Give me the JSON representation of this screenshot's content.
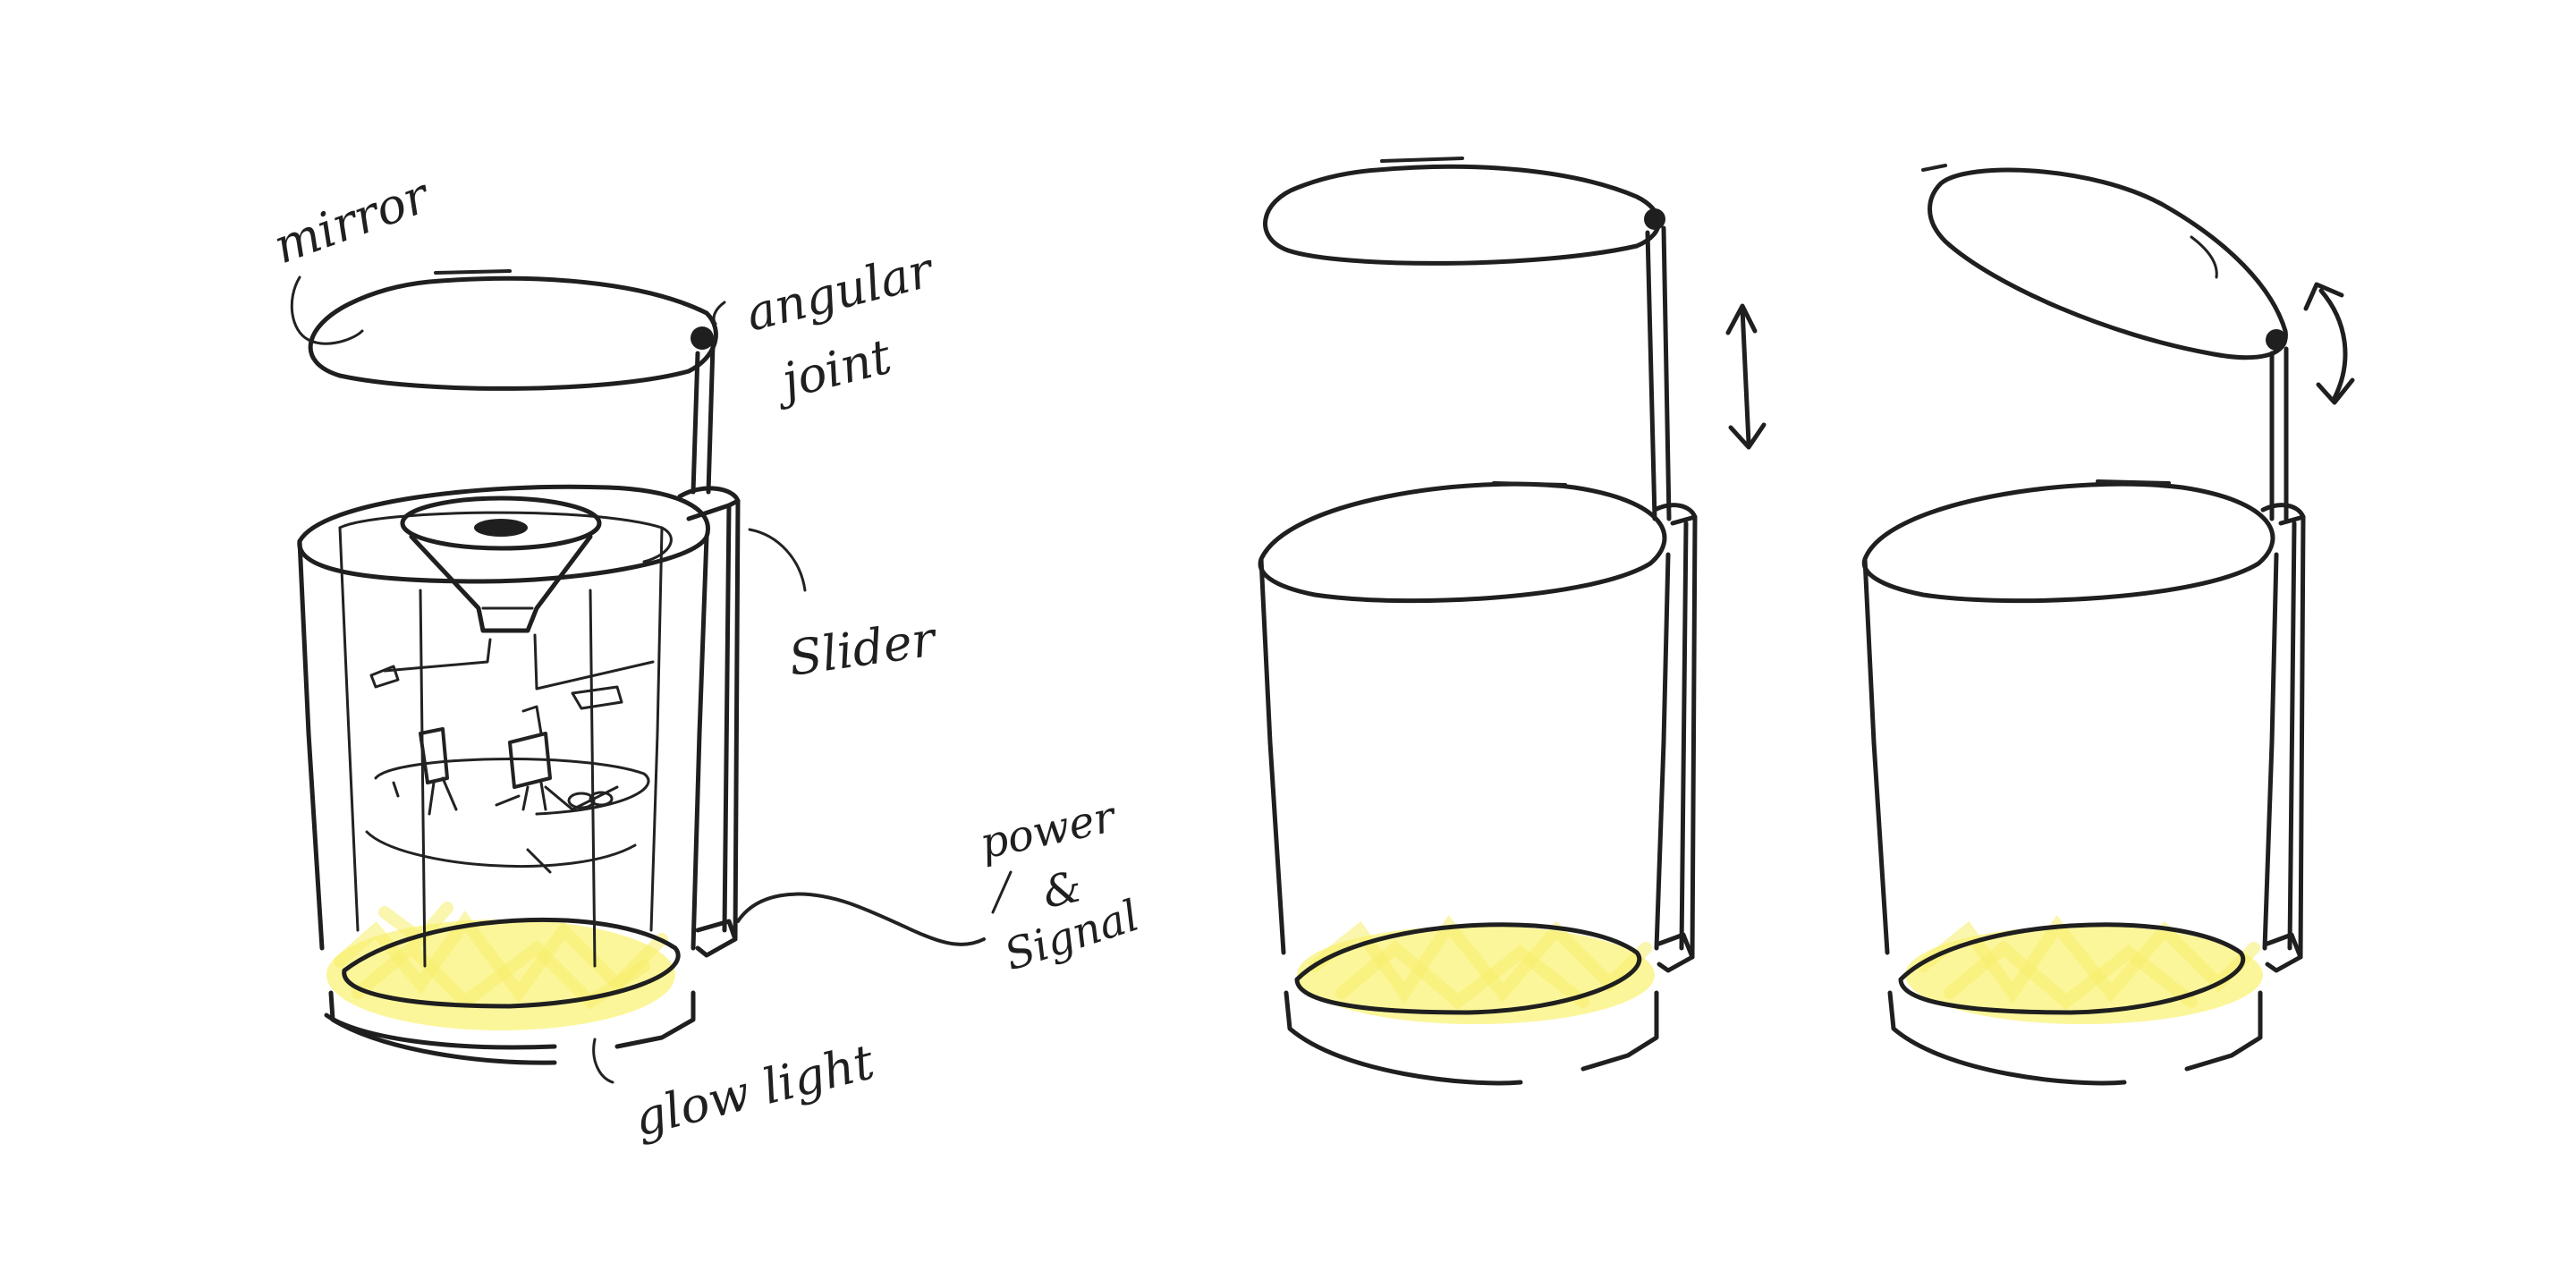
{
  "labels": {
    "mirror": "mirror",
    "angular_1": "angular",
    "angular_2": "joint",
    "slider": "Slider",
    "power_1": "power",
    "power_2": "&",
    "power_3": "Signal",
    "glow": "glow light"
  },
  "colors": {
    "ink": "#1f1f1f",
    "glow": "#fbf58a"
  }
}
